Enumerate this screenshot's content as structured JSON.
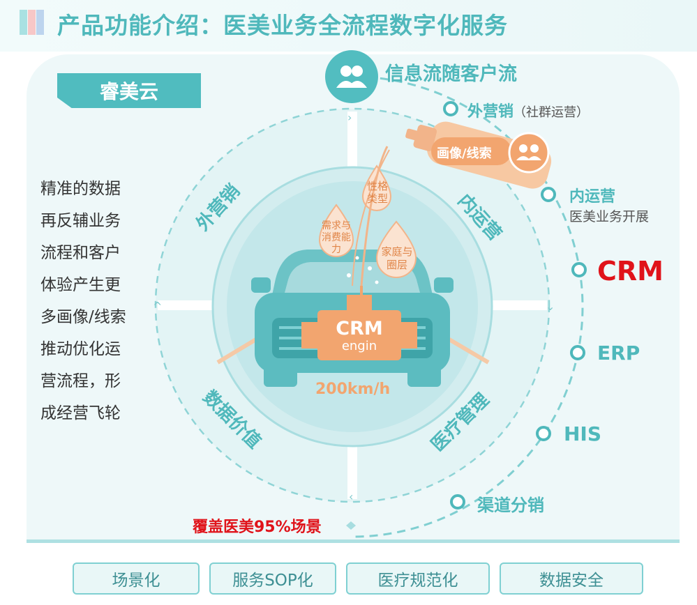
{
  "header": {
    "title": "产品功能介绍：医美业务全流程数字化服务"
  },
  "brand": {
    "name": "睿美云"
  },
  "description": [
    "精准的数据",
    "再反辅业务",
    "流程和客户",
    "体验产生更",
    "多画像/线索",
    "推动优化运",
    "营流程，形",
    "成经营飞轮"
  ],
  "flow": {
    "title": "信息流随客户流",
    "items": [
      {
        "name": "外营销",
        "sub": "（社群运营）"
      },
      {
        "name": "内运营",
        "sub": "医美业务开展"
      },
      {
        "name": "CRM"
      },
      {
        "name": "ERP"
      },
      {
        "name": "HIS"
      },
      {
        "name": "渠道分销"
      }
    ]
  },
  "quadrants": {
    "tl": "外营销",
    "tr": "内运营",
    "bl": "数据价值",
    "br": "医疗管理"
  },
  "car": {
    "engine_top": "CRM",
    "engine_bottom": "engin",
    "speed": "200km/h"
  },
  "drops": {
    "d1": "性格类型",
    "d2": "需求与消费能力",
    "d3": "家庭与圈层"
  },
  "bottle": {
    "label": "画像/线索"
  },
  "coverage": "覆盖医美95%场景",
  "buttons": [
    "场景化",
    "服务SOP化",
    "医疗规范化",
    "数据安全"
  ],
  "colors": {
    "teal": "#4fb8bb",
    "orange": "#f2b48a",
    "red": "#e0131a"
  }
}
